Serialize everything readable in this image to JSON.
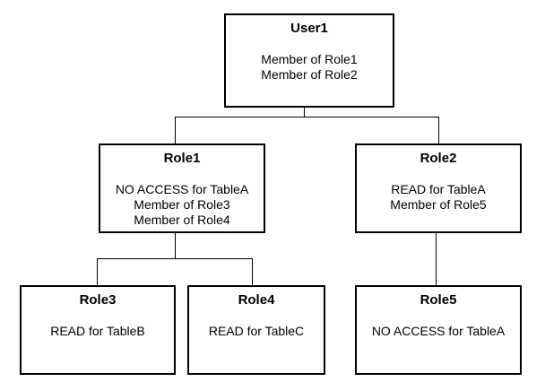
{
  "nodes": {
    "user1": {
      "title": "User1",
      "lines": [
        "Member of Role1",
        "Member of Role2"
      ]
    },
    "role1": {
      "title": "Role1",
      "lines": [
        "NO ACCESS for TableA",
        "Member of Role3",
        "Member of Role4"
      ]
    },
    "role2": {
      "title": "Role2",
      "lines": [
        "READ for TableA",
        "Member of Role5"
      ]
    },
    "role3": {
      "title": "Role3",
      "lines": [
        "READ for TableB"
      ]
    },
    "role4": {
      "title": "Role4",
      "lines": [
        "READ for TableC"
      ]
    },
    "role5": {
      "title": "Role5",
      "lines": [
        "NO ACCESS for TableA"
      ]
    }
  },
  "colors": {
    "line": "#000000",
    "background": "#ffffff"
  }
}
